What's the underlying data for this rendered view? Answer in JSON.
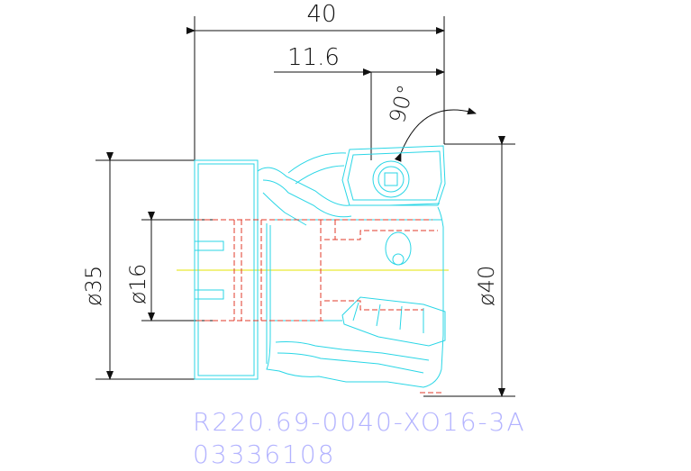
{
  "dimensions": {
    "overall_width": "40",
    "offset": "11.6",
    "angle": "90°",
    "diameter_body": "ø35",
    "diameter_bore": "ø16",
    "diameter_cut": "ø40"
  },
  "part": {
    "code": "R220.69-0040-XO16-3A",
    "number": "03336108"
  },
  "colors": {
    "outline": "#2ad6e6",
    "hidden": "#e03a2a",
    "axis": "#e6e600",
    "dimension": "#111111",
    "code_text": "#b3b3ff"
  }
}
